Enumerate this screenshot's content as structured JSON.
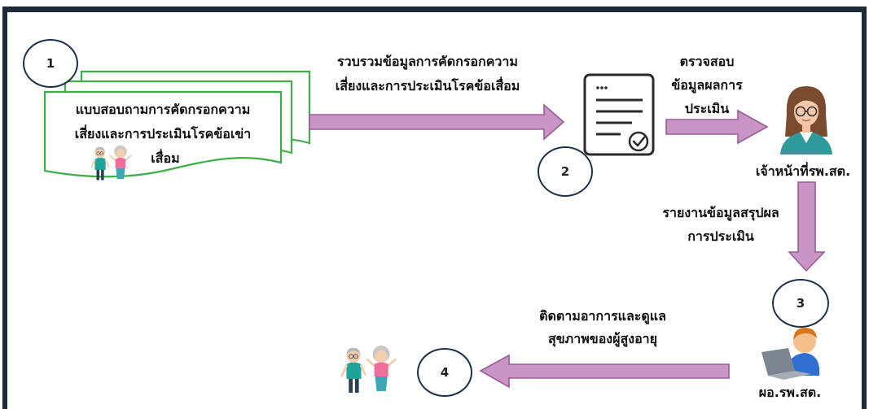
{
  "steps": [
    {
      "number": "1"
    },
    {
      "number": "2"
    },
    {
      "number": "3"
    },
    {
      "number": "4"
    }
  ],
  "questionnaire": {
    "lines": [
      "แบบสอบถามการคัดกรอกความ",
      "เสี่ยงและการประเมินโรคข้อเข่า",
      "เสื่อม"
    ],
    "icon": "elderly-couple-icon"
  },
  "collect_label": {
    "lines": [
      "รวบรวมข้อมูลการคัดกรอกความ",
      "เสี่ยงและการประเมินโรคข้อเสื่อม"
    ]
  },
  "assessment_document": {
    "icon": "checklist-document-icon"
  },
  "verify_label": {
    "lines": [
      "ตรวจสอบ",
      "ข้อมูลผลการ",
      "ประเมิน"
    ]
  },
  "officer": {
    "label": "เจ้าหน้าที่รพ.สต.",
    "icon": "female-officer-icon"
  },
  "report_label": {
    "lines": [
      "รายงานข้อมูลสรุปผล",
      "การประเมิน"
    ]
  },
  "director": {
    "label": "ผอ.รพ.สต.",
    "icon": "laptop-user-icon"
  },
  "followup_label": {
    "lines": [
      "ติดตามอาการและดูแล",
      "สุขภาพของผู้สูงอายุ"
    ]
  },
  "elderly": {
    "icon": "elderly-couple-icon"
  },
  "colors": {
    "frame": "#1d2a38",
    "arrow_fill": "#c994c6",
    "arrow_stroke": "#9a5c98",
    "document_outline": "#3fae49",
    "step_circle": "#1f3147",
    "text": "#111111"
  }
}
